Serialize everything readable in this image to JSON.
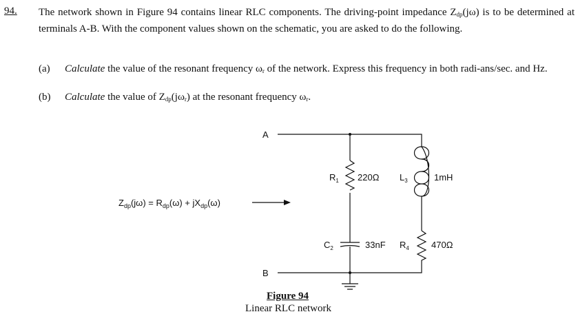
{
  "problem": {
    "number": "94.",
    "text": "The network shown in Figure 94 contains linear RLC components. The driving-point impedance Z",
    "text_sub": "dp",
    "text_tail": "(jω) is to be determined at terminals A-B. With the component values shown on the schematic, you are asked to do the following.",
    "parts": [
      {
        "label": "(a)",
        "verb": "Calculate",
        "text": " the value of the resonant frequency ω",
        "sub": "r",
        "tail": " of the network. Express this frequency in both radi-ans/sec. and Hz."
      },
      {
        "label": "(b)",
        "verb": "Calculate",
        "text": " the value of Z",
        "sub": "dp",
        "tail": "(jω",
        "sub2": "r",
        "tail2": ") at the resonant frequency ω",
        "sub3": "r",
        "tail3": "."
      }
    ]
  },
  "figure": {
    "terminal_a": "A",
    "terminal_b": "B",
    "equation": {
      "z": "Z",
      "z_sub": "dp",
      "mid": "(jω) = R",
      "r_sub": "dp",
      "mid2": "(ω) + jX",
      "x_sub": "dp",
      "end": "(ω)"
    },
    "components": {
      "r1": {
        "name": "R",
        "sub": "1",
        "value": "220Ω"
      },
      "l3": {
        "name": "L",
        "sub": "3",
        "value": "1mH"
      },
      "c2": {
        "name": "C",
        "sub": "2",
        "value": "33nF"
      },
      "r4": {
        "name": "R",
        "sub": "4",
        "value": "470Ω"
      }
    },
    "title": "Figure 94",
    "caption": "Linear RLC network"
  }
}
